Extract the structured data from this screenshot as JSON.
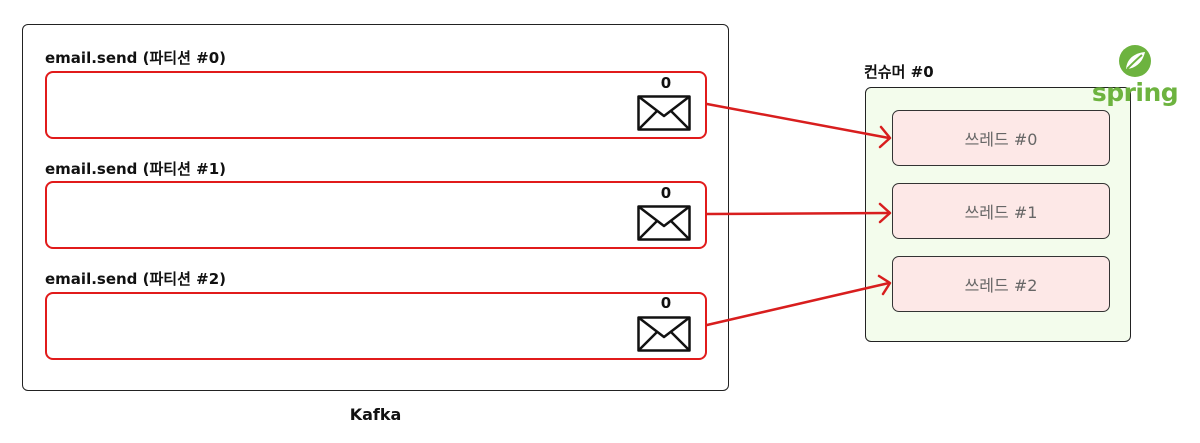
{
  "kafka": {
    "label": "Kafka",
    "partitions": [
      {
        "label": "email.send (파티션 #0)",
        "count": "0",
        "icon": "envelope-icon"
      },
      {
        "label": "email.send (파티션 #1)",
        "count": "0",
        "icon": "envelope-icon"
      },
      {
        "label": "email.send (파티션 #2)",
        "count": "0",
        "icon": "envelope-icon"
      }
    ]
  },
  "consumer": {
    "label": "컨슈머 #0",
    "threads": [
      "쓰레드 #0",
      "쓰레드 #1",
      "쓰레드 #2"
    ]
  },
  "logo": {
    "text": "spring",
    "icon": "spring-leaf-icon"
  },
  "colors": {
    "partition_border": "#e11b1b",
    "arrow": "#d81e1e",
    "consumer_bg": "#f3fcec",
    "thread_bg": "#fde8e7",
    "spring_green": "#6db33f"
  }
}
